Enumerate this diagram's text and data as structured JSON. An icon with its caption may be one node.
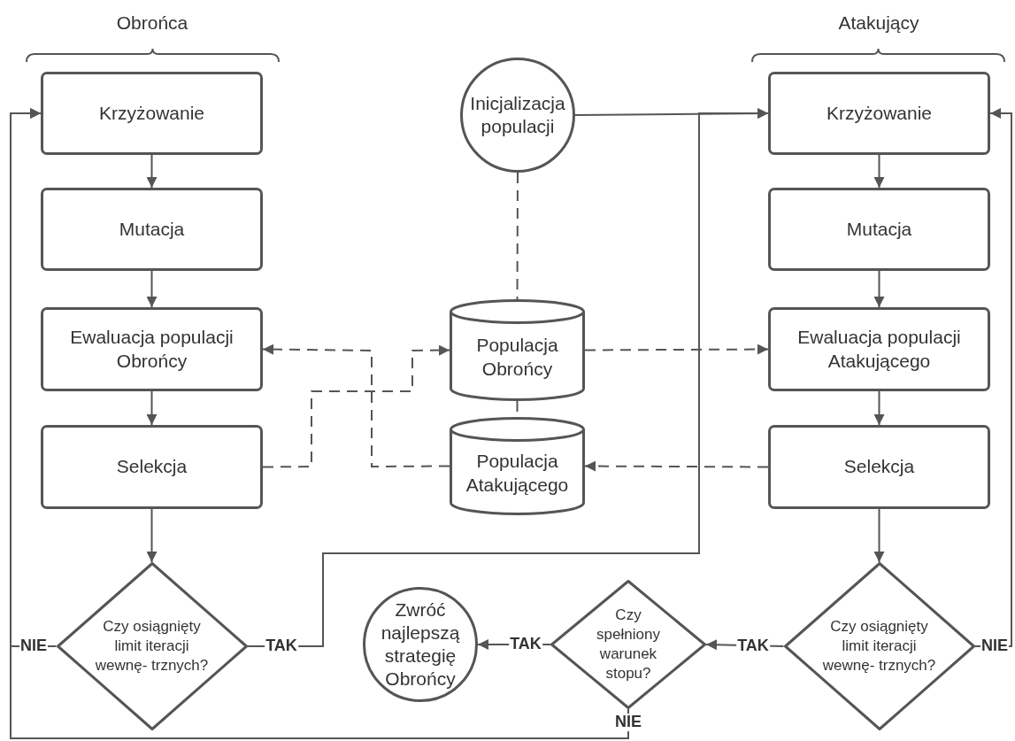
{
  "diagram": {
    "nodes": [
      {
        "text": [
          "Krzyżowanie"
        ]
      },
      {
        "text": [
          "Mutacja"
        ]
      },
      {
        "text": [
          "Ewaluacja populacji Obrońcy"
        ]
      },
      {
        "text": [
          "Selekcja"
        ]
      },
      {
        "text": [
          "Czy osiągnięty limit iteracji wewnę- trznych?"
        ]
      },
      {
        "text": [
          "Inicjalizacja populacji"
        ]
      },
      {
        "text": [
          "Populacja Obrońcy"
        ]
      },
      {
        "text": [
          "Populacja Atakującego"
        ]
      },
      {
        "text": [
          "Krzyżowanie"
        ]
      },
      {
        "text": [
          "Mutacja"
        ]
      },
      {
        "text": [
          "Ewaluacja populacji Atakującego"
        ]
      },
      {
        "text": [
          "Selekcja"
        ]
      },
      {
        "text": [
          "Czy osiągnięty limit iteracji wewnę- trznych?"
        ]
      },
      {
        "text": [
          "Czy spełniony warunek stopu?"
        ]
      },
      {
        "text": [
          "Zwróć najlepszą strategię Obrońcy"
        ]
      }
    ],
    "edges": [
      {
        "from": 0,
        "to": 1,
        "arrow": "to"
      },
      {
        "from": 1,
        "to": 2,
        "arrow": "to"
      },
      {
        "from": 2,
        "to": 3,
        "arrow": "to"
      },
      {
        "from": 3,
        "to": 4,
        "arrow": "to"
      },
      {
        "from": 4,
        "to": 0,
        "arrow": "to",
        "label": "NIE"
      },
      {
        "from": 4,
        "to": 8,
        "arrow": "to",
        "label": "TAK"
      },
      {
        "from": 5,
        "to": 8,
        "arrow": "to"
      },
      {
        "from": 5,
        "to": 6,
        "arrow": "none",
        "style": "dashed"
      },
      {
        "from": 6,
        "to": 7,
        "arrow": "none",
        "style": "dashed"
      },
      {
        "from": 3,
        "to": 6,
        "arrow": "to",
        "style": "dashed"
      },
      {
        "from": 7,
        "to": 2,
        "arrow": "to",
        "style": "dashed"
      },
      {
        "from": 6,
        "to": 10,
        "arrow": "to",
        "style": "dashed"
      },
      {
        "from": 11,
        "to": 7,
        "arrow": "to",
        "style": "dashed"
      },
      {
        "from": 8,
        "to": 9,
        "arrow": "to"
      },
      {
        "from": 9,
        "to": 10,
        "arrow": "to"
      },
      {
        "from": 10,
        "to": 11,
        "arrow": "to"
      },
      {
        "from": 11,
        "to": 12,
        "arrow": "to"
      },
      {
        "from": 12,
        "to": 13,
        "arrow": "to",
        "label": "TAK"
      },
      {
        "from": 12,
        "to": 8,
        "arrow": "to",
        "label": "NIE"
      },
      {
        "from": 13,
        "to": 14,
        "arrow": "to",
        "label": "TAK"
      },
      {
        "from": 13,
        "to": 0,
        "arrow": "to",
        "label": "NIE"
      }
    ],
    "labels": [
      "Obrońca",
      "Atakujący"
    ]
  }
}
